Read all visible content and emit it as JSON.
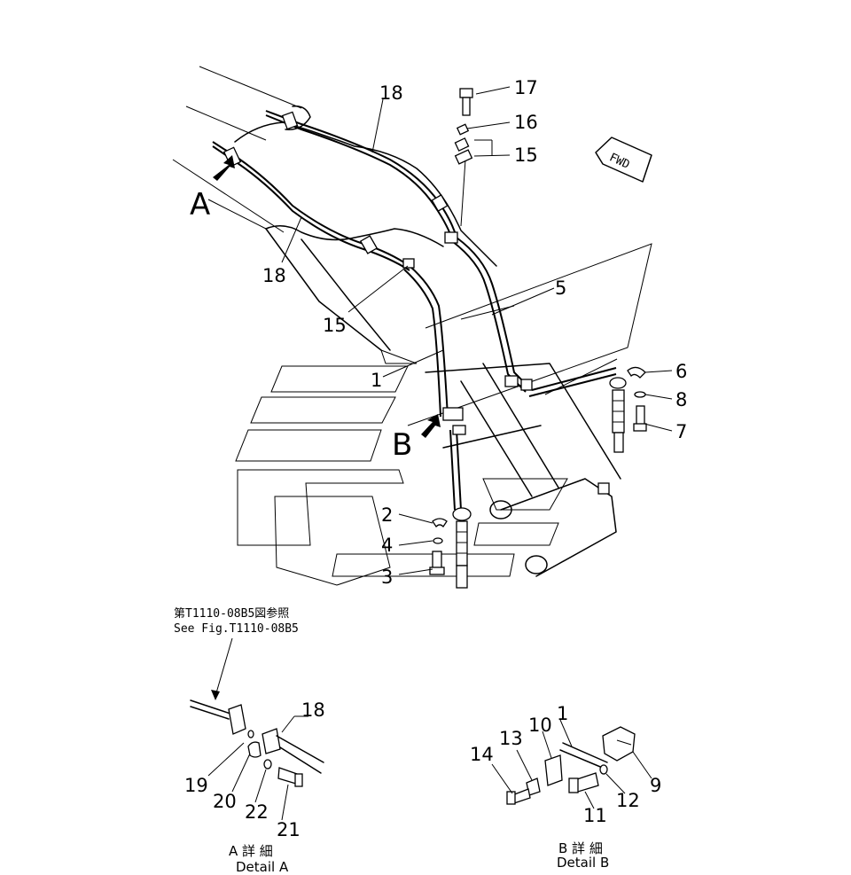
{
  "callouts": {
    "c17": "17",
    "c16": "16",
    "c15a": "15",
    "c18a": "18",
    "c18b": "18",
    "c15b": "15",
    "c5": "5",
    "c1": "1",
    "c6": "6",
    "c8": "8",
    "c7": "7",
    "c2": "2",
    "c4": "4",
    "c3": "3",
    "dA18": "18",
    "dA19": "19",
    "dA20": "20",
    "dA22": "22",
    "dA21": "21",
    "dB1": "1",
    "dB10": "10",
    "dB13": "13",
    "dB14": "14",
    "dB9": "9",
    "dB12": "12",
    "dB11": "11"
  },
  "view_markers": {
    "a": "A",
    "b": "B"
  },
  "direction_label": "FWD",
  "reference_note": {
    "line1": "第T1110-08B5図参照",
    "line2": "See Fig.T1110-08B5"
  },
  "detail_a": {
    "jp": "A 詳 細",
    "en": "Detail A"
  },
  "detail_b": {
    "jp": "B 詳 細",
    "en": "Detail B"
  }
}
